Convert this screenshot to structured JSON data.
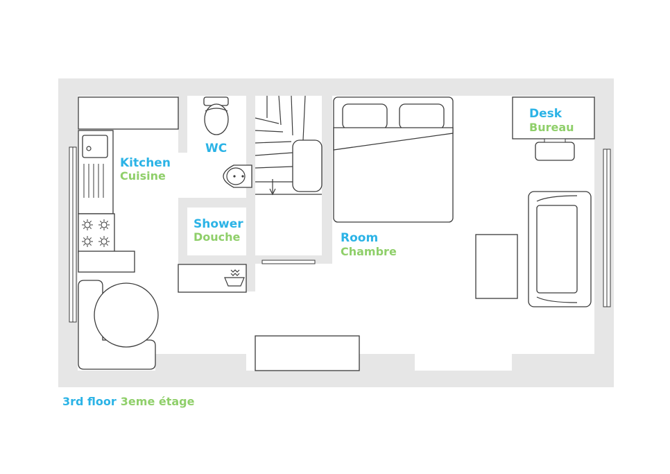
{
  "rooms": {
    "kitchen": {
      "en": "Kitchen",
      "fr": "Cuisine"
    },
    "wc": {
      "en": "WC"
    },
    "shower": {
      "en": "Shower",
      "fr": "Douche"
    },
    "room": {
      "en": "Room",
      "fr": "Chambre"
    },
    "desk": {
      "en": "Desk",
      "fr": "Bureau"
    }
  },
  "floor": {
    "en": "3rd floor",
    "fr": "3eme étage"
  },
  "colors": {
    "english": "#2bb3e6",
    "french": "#8fcf6a",
    "wall": "#e6e6e6",
    "line": "#3a3a3a"
  }
}
